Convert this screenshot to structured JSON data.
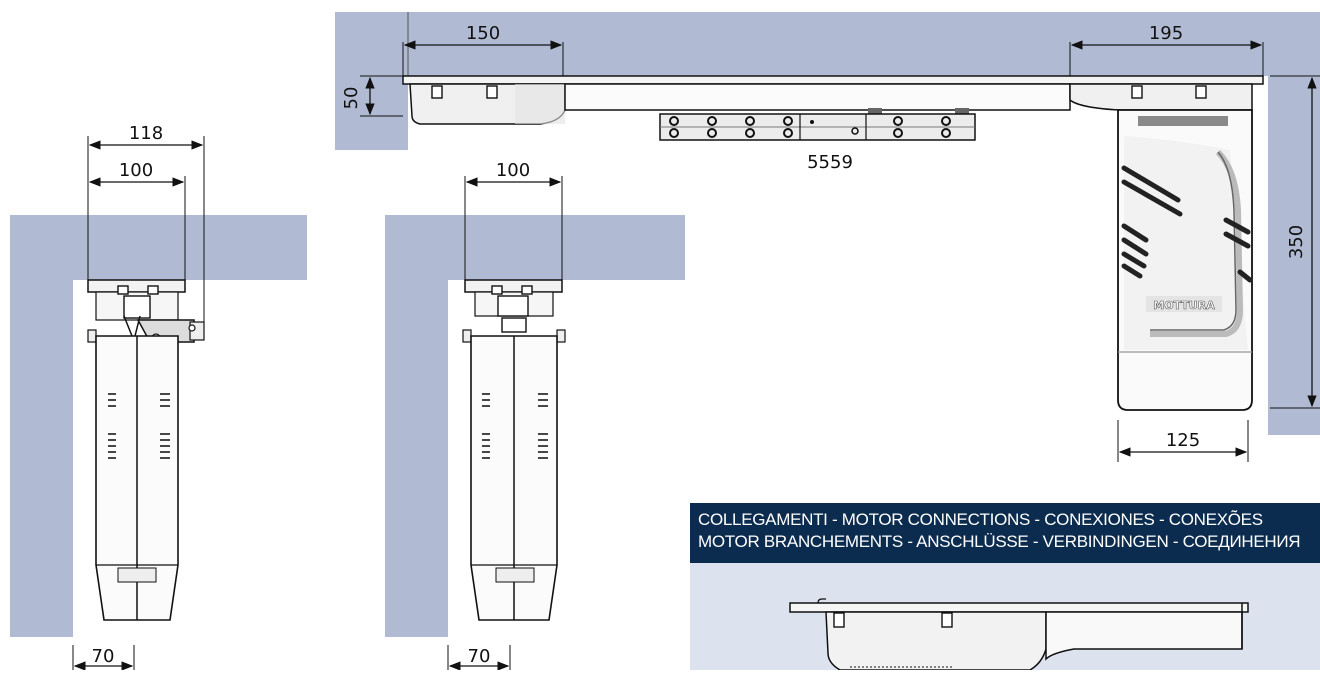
{
  "dimensions": {
    "top_left_width": "150",
    "top_right_width": "195",
    "top_height": "50",
    "rail_length": "5559",
    "right_height": "350",
    "right_width": "125",
    "view1_outer_width": "118",
    "view1_inner_width": "100",
    "view1_bottom": "70",
    "view2_width": "100",
    "view2_bottom": "70"
  },
  "brand_label": "MOTTURA",
  "banner": {
    "line1": "COLLEGAMENTI - MOTOR CONNECTIONS - CONEXIONES - CONEXÕES",
    "line2": "MOTOR BRANCHEMENTS - ANSCHLÜSSE - VERBINDINGEN - СОЕДИНЕНИЯ"
  },
  "colors": {
    "wall": "#b0bbd3",
    "banner_bg": "#0c2c4f",
    "panel_bg": "#dde2ef"
  }
}
